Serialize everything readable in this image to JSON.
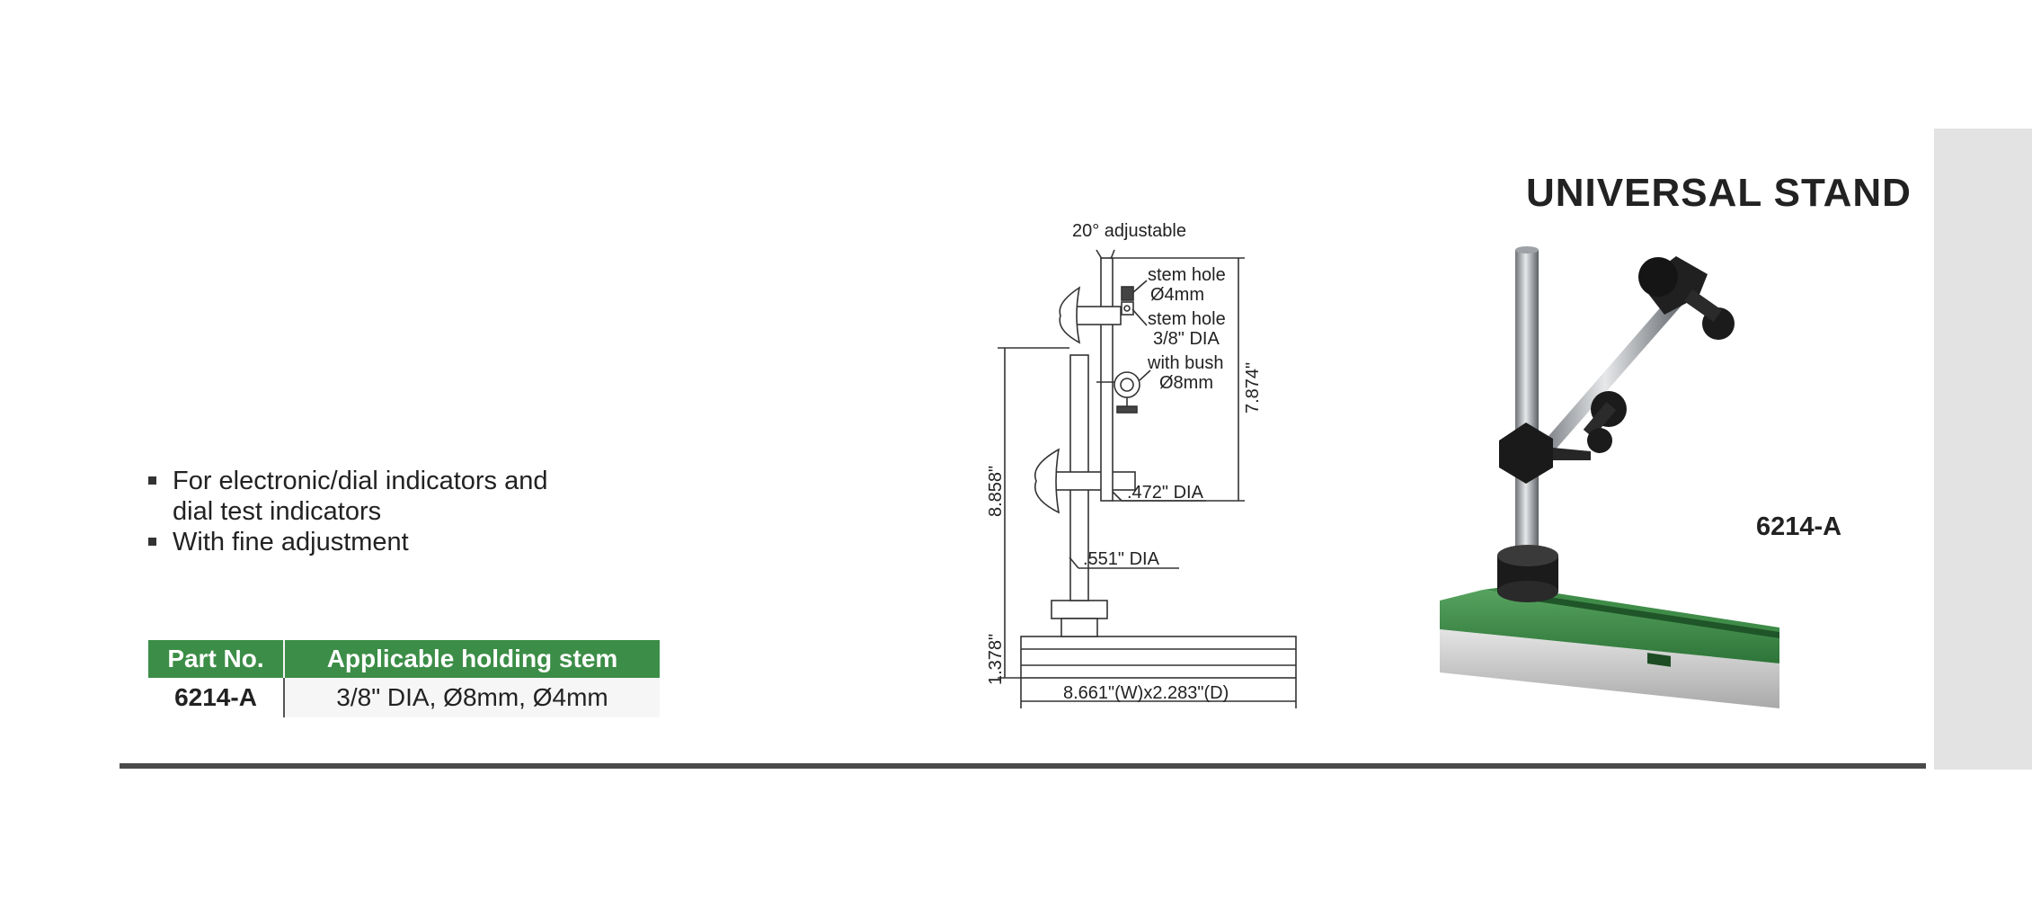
{
  "title": "UNIVERSAL STAND",
  "features": [
    {
      "line1": "For electronic/dial indicators and",
      "line2": "dial test indicators"
    },
    {
      "line1": "With fine adjustment",
      "line2": ""
    }
  ],
  "table": {
    "headers": [
      "Part No.",
      "Applicable holding stem"
    ],
    "rows": [
      [
        "6214-A",
        "3/8\" DIA, Ø8mm, Ø4mm"
      ]
    ]
  },
  "drawing": {
    "angle_label": "20° adjustable",
    "stem_hole_small_line1": "stem hole",
    "stem_hole_small_line2": "Ø4mm",
    "stem_hole_large_line1": "stem hole",
    "stem_hole_large_line2": "3/8\" DIA",
    "bush_line1": "with bush",
    "bush_line2": "Ø8mm",
    "height_upper": "7.874\"",
    "height_total": "8.858\"",
    "height_base": "1.378\"",
    "dia_arm": ".472\" DIA",
    "dia_post": ".551\" DIA",
    "base_size": "8.661\"(W)x2.283\"(D)"
  },
  "product": {
    "model": "6214-A",
    "colors": {
      "base_green": "#3c8d47",
      "rod": "#b9bcc0",
      "knob": "#1b1b1b"
    }
  }
}
